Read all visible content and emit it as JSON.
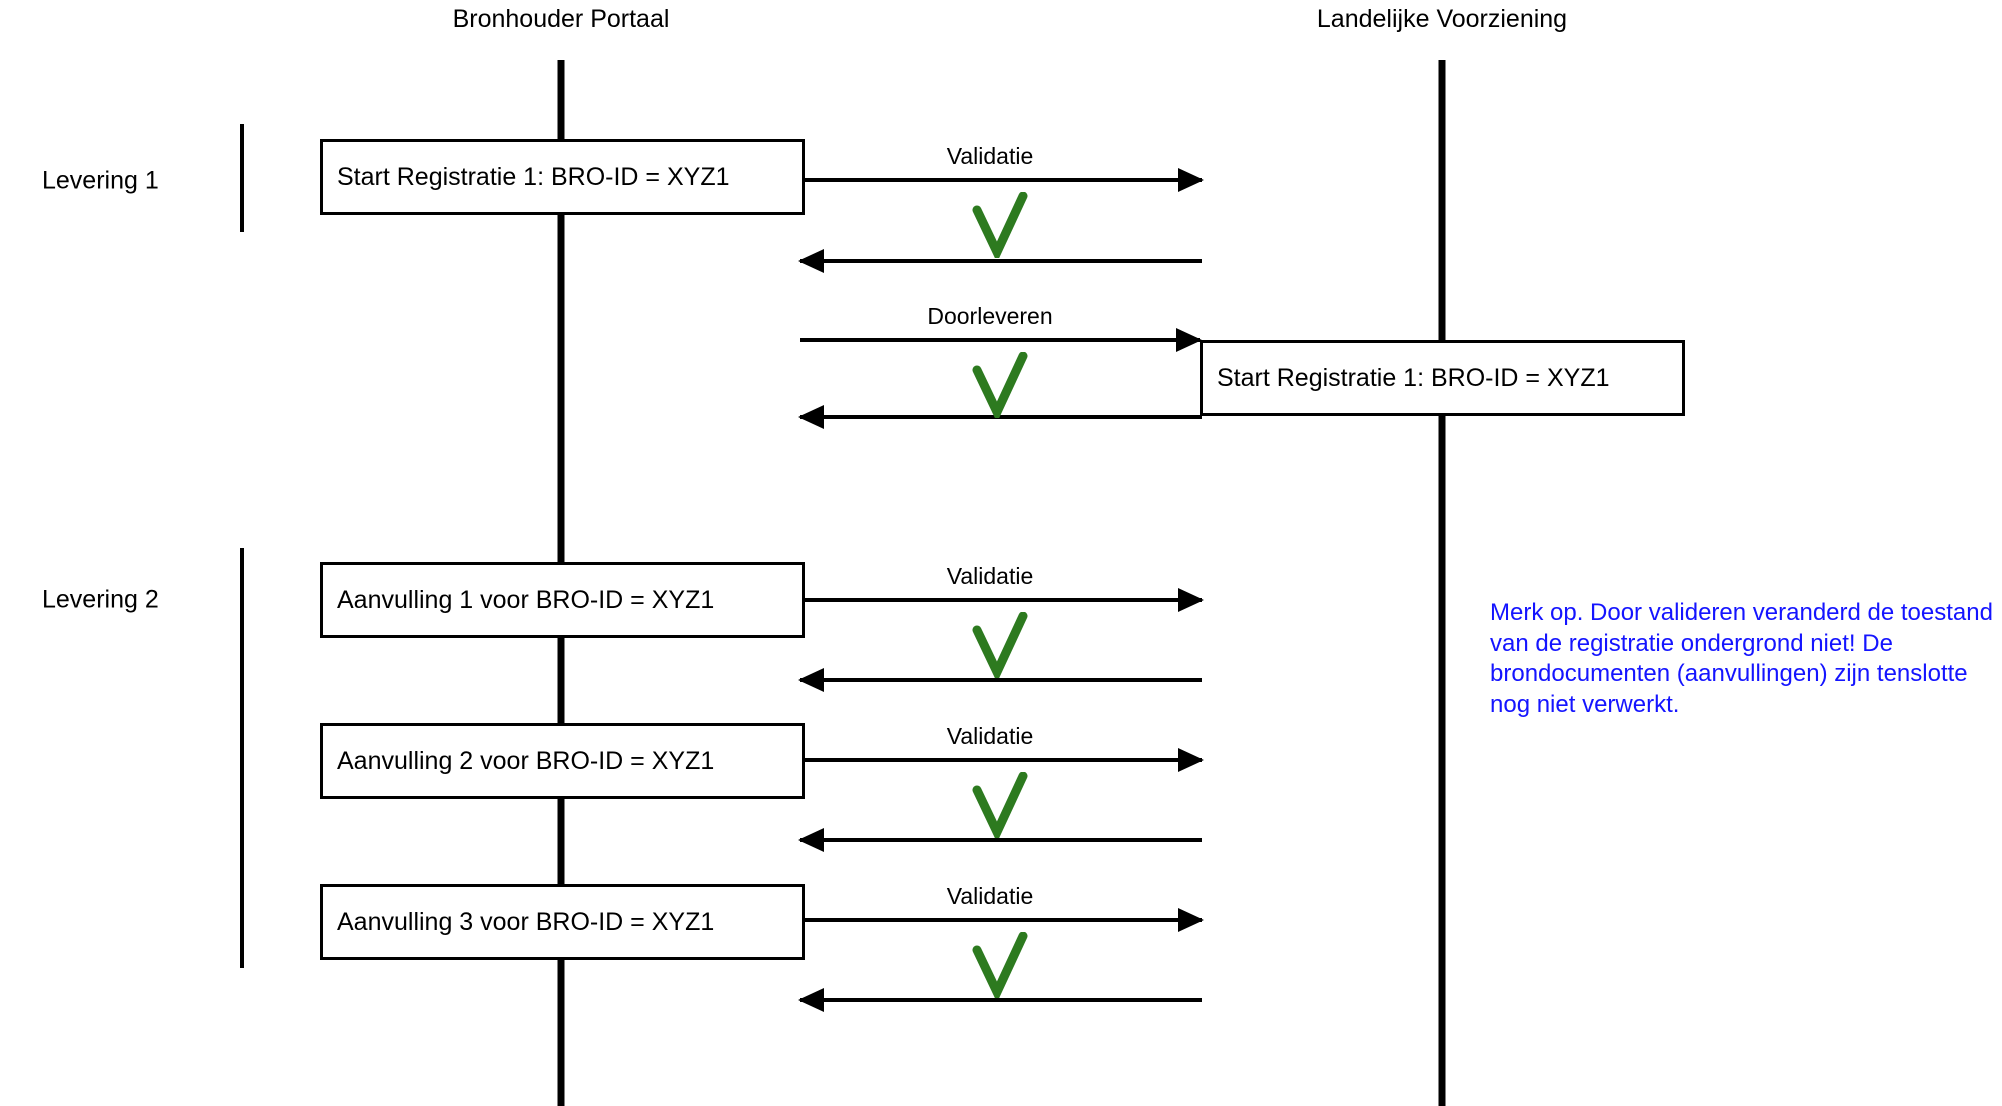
{
  "diagram": {
    "title_bronhouder": "Bronhouder Portaal",
    "title_landelijke": "Landelijke Voorziening",
    "colors": {
      "line": "#000000",
      "check_green": "#2d7a1f",
      "note_blue": "#1414ff",
      "background": "#ffffff"
    }
  },
  "groups": [
    {
      "label": "Levering 1"
    },
    {
      "label": "Levering 2"
    }
  ],
  "boxes": {
    "bp_start_registratie": "Start Registratie 1: BRO-ID = XYZ1",
    "lv_start_registratie": "Start Registratie 1: BRO-ID = XYZ1",
    "bp_aanvulling_1": "Aanvulling 1 voor BRO-ID = XYZ1",
    "bp_aanvulling_2": "Aanvulling 2 voor BRO-ID = XYZ1",
    "bp_aanvulling_3": "Aanvulling 3 voor BRO-ID = XYZ1"
  },
  "messages": {
    "validatie_1": "Validatie",
    "doorleveren": "Doorleveren",
    "validatie_2": "Validatie",
    "validatie_3": "Validatie",
    "validatie_4": "Validatie"
  },
  "note": {
    "text": "Merk  op. Door valideren veranderd de toestand van de registratie ondergrond niet! De brondocumenten (aanvullingen) zijn tenslotte nog niet verwerkt."
  },
  "icons": {
    "check": "check-mark-icon",
    "arrow_right": "arrow-right-icon",
    "arrow_left": "arrow-left-icon"
  }
}
